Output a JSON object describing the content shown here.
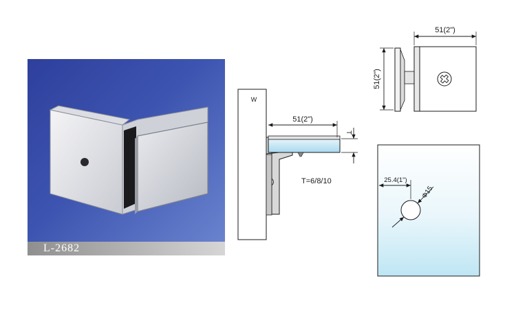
{
  "product": {
    "model": "L-2682"
  },
  "side_view": {
    "wall_mark": "W",
    "width_label": "51(2\")",
    "thickness_label": "T",
    "thickness_note": "T=6/8/10"
  },
  "top_view": {
    "width_label": "51(2\")",
    "height_label": "51(2\")"
  },
  "glass_view": {
    "offset_label": "25.4(1\")",
    "hole_label": "Φ15"
  },
  "colors": {
    "photo_bg": "#3d55b0",
    "glass_top": "#ffffff",
    "glass_bottom": "#bfe6f4",
    "line": "#1a1a1a"
  }
}
